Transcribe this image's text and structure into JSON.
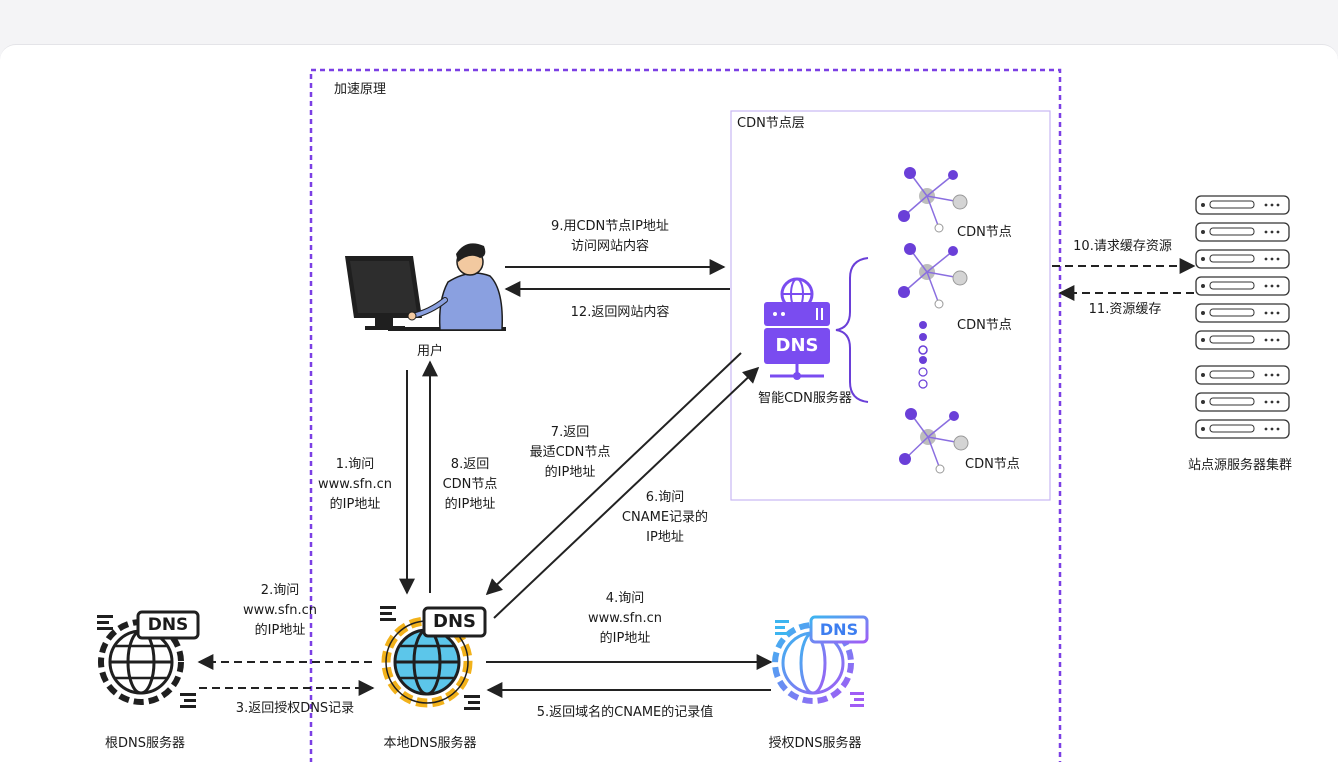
{
  "diagram": {
    "outer_box_title": "加速原理",
    "cdn_layer_title": "CDN节点层",
    "user_label": "用户",
    "smart_cdn_label": "智能CDN服务器",
    "cdn_node_label": "CDN节点",
    "origin_cluster_label": "站点源服务器集群",
    "root_dns_label": "根DNS服务器",
    "local_dns_label": "本地DNS服务器",
    "auth_dns_label": "授权DNS服务器",
    "dns_badge": "DNS",
    "steps": {
      "s1": [
        "1.询问",
        "www.sfn.cn",
        "的IP地址"
      ],
      "s2": [
        "2.询问",
        "www.sfn.cn",
        "的IP地址"
      ],
      "s3": "3.返回授权DNS记录",
      "s4": [
        "4.询问",
        "www.sfn.cn",
        "的IP地址"
      ],
      "s5": "5.返回域名的CNAME的记录值",
      "s6": [
        "6.询问",
        "CNAME记录的",
        "IP地址"
      ],
      "s7": [
        "7.返回",
        "最适CDN节点",
        "的IP地址"
      ],
      "s8": [
        "8.返回",
        "CDN节点",
        "的IP地址"
      ],
      "s9": [
        "9.用CDN节点IP地址",
        "访问网站内容"
      ],
      "s10": "10.请求缓存资源",
      "s11": "11.资源缓存",
      "s12": "12.返回网站内容"
    },
    "colors": {
      "outer_border": "#7b3fe4",
      "node_purple": "#6a3fd8",
      "dns_purple": "#7a4cf0",
      "globe_blue": "#5cc6ea",
      "gear_yellow": "#f2b21b",
      "arrow": "#222222"
    }
  }
}
